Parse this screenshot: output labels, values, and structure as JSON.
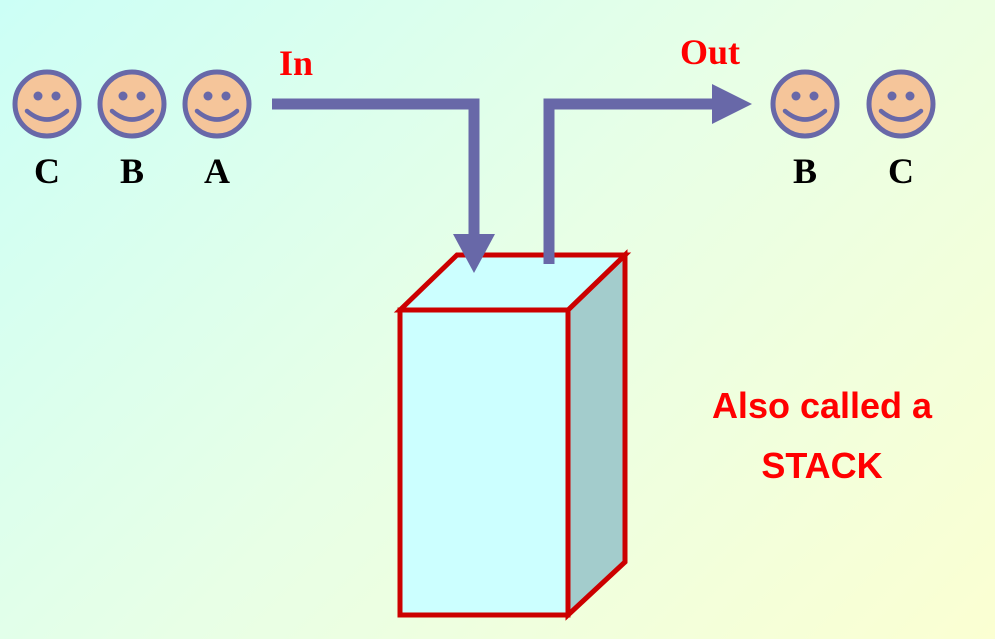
{
  "labels": {
    "in": "In",
    "out": "Out"
  },
  "queue_in": [
    "C",
    "B",
    "A"
  ],
  "queue_out": [
    "B",
    "C"
  ],
  "note": {
    "line1": "Also called a",
    "line2": "STACK"
  },
  "colors": {
    "arrow": "#6868a8",
    "face_fill": "#f5c59a",
    "face_outline": "#6868a8",
    "box_outline": "#cc0000",
    "box_front": "#ccffff",
    "box_side": "#a3cccc",
    "label_red": "#ff0000"
  },
  "icons": {
    "person": "smiley-face-icon"
  }
}
